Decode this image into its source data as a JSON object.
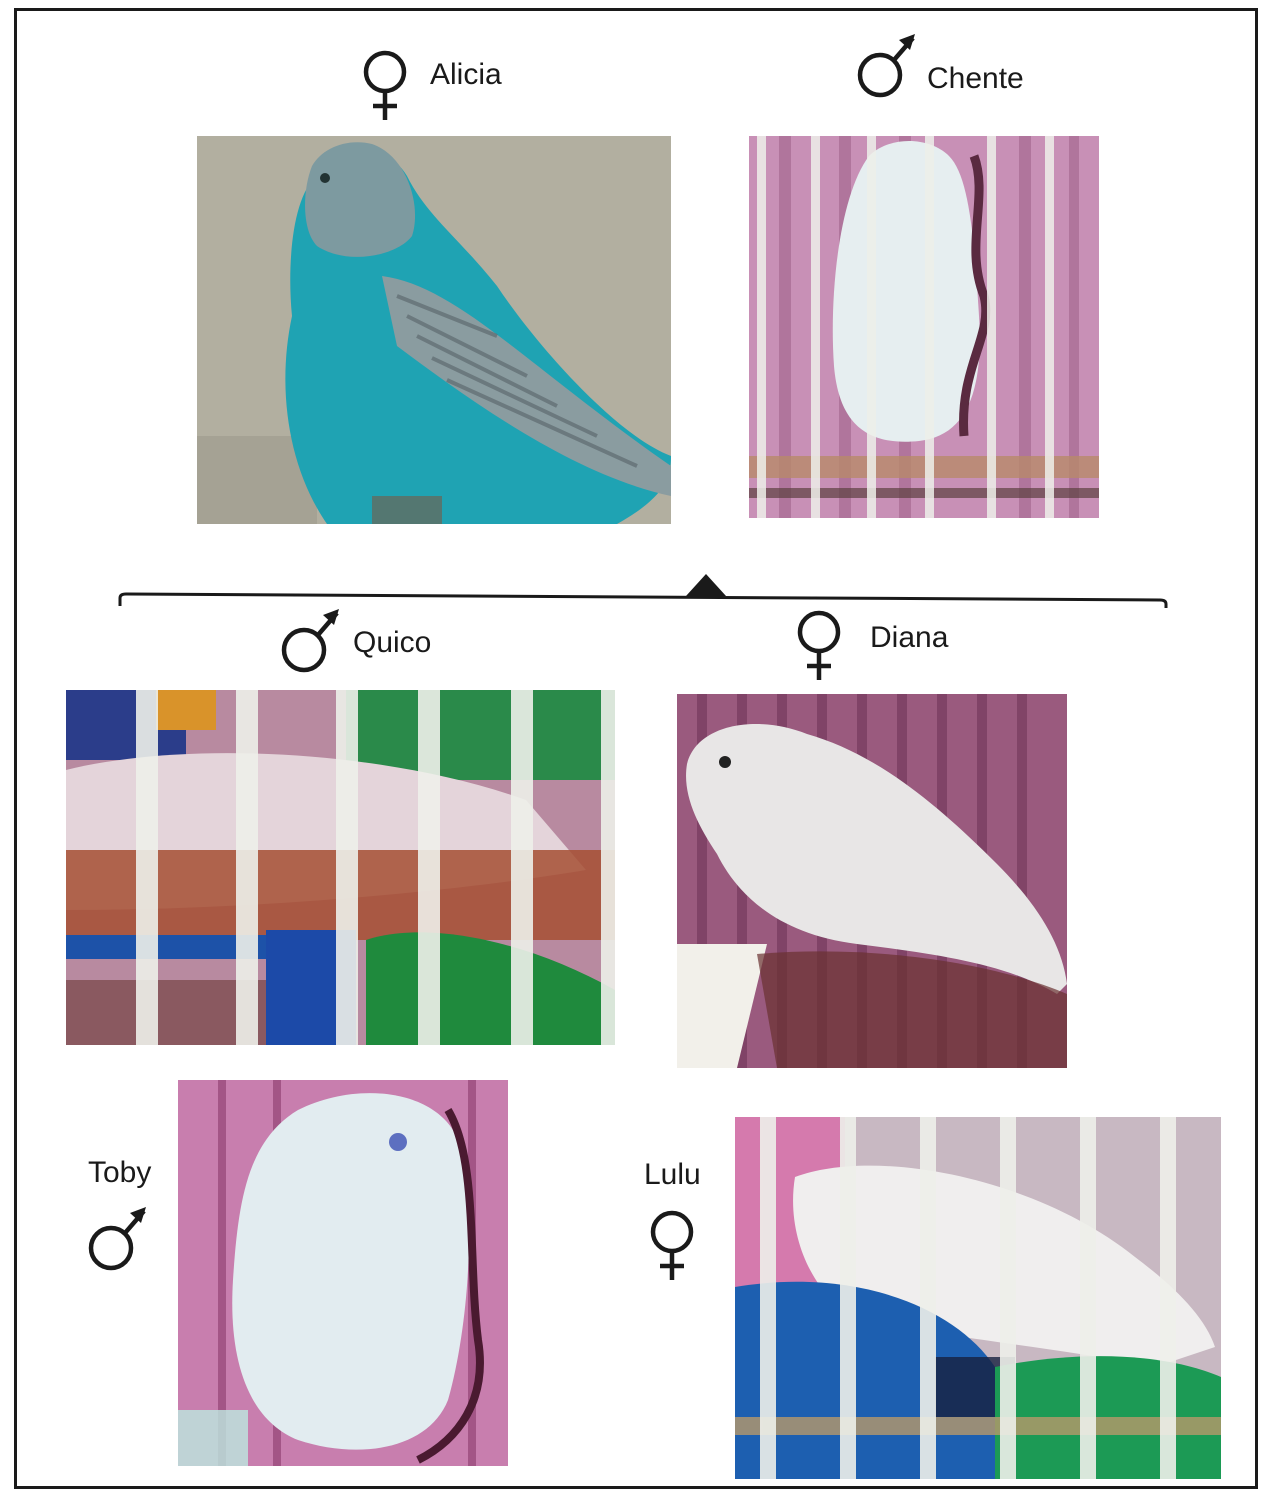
{
  "birds": [
    {
      "id": "alicia",
      "name": "Alicia",
      "sex": "female",
      "generation": "parent",
      "plumage": "blue"
    },
    {
      "id": "chente",
      "name": "Chente",
      "sex": "male",
      "generation": "parent",
      "plumage": "white"
    },
    {
      "id": "quico",
      "name": "Quico",
      "sex": "male",
      "generation": "offspring",
      "plumage": "white"
    },
    {
      "id": "diana",
      "name": "Diana",
      "sex": "female",
      "generation": "offspring",
      "plumage": "white"
    },
    {
      "id": "toby",
      "name": "Toby",
      "sex": "male",
      "generation": "offspring",
      "plumage": "white"
    },
    {
      "id": "lulu",
      "name": "Lulu",
      "sex": "female",
      "generation": "offspring",
      "plumage": "white"
    }
  ],
  "symbols": {
    "female": "female-sign-icon",
    "male": "male-sign-icon"
  },
  "colors": {
    "blue_plumage": "#1fa3b3",
    "cage_pink": "#c58ab0",
    "bar_white": "#eef0ea",
    "line": "#1a1a1a"
  }
}
